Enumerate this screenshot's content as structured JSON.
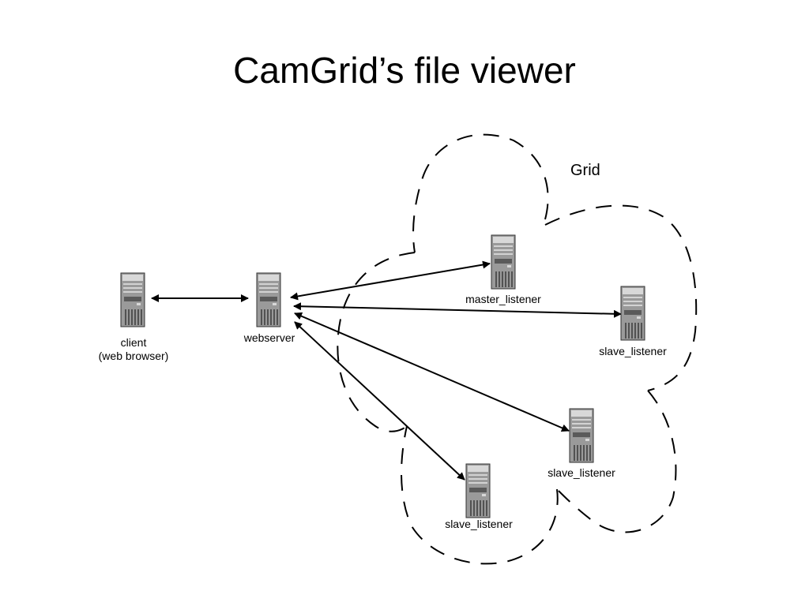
{
  "title": "CamGrid’s file viewer",
  "grid_label": "Grid",
  "nodes": [
    {
      "id": "client",
      "lines": [
        "client",
        "(web browser)"
      ],
      "icon": "server-tower-icon"
    },
    {
      "id": "webserver",
      "lines": [
        "webserver"
      ],
      "icon": "server-tower-icon"
    },
    {
      "id": "master_listener",
      "lines": [
        "master_listener"
      ],
      "icon": "server-tower-icon"
    },
    {
      "id": "slave_listener_1",
      "lines": [
        "slave_listener"
      ],
      "icon": "server-tower-icon"
    },
    {
      "id": "slave_listener_2",
      "lines": [
        "slave_listener"
      ],
      "icon": "server-tower-icon"
    },
    {
      "id": "slave_listener_3",
      "lines": [
        "slave_listener"
      ],
      "icon": "server-tower-icon"
    }
  ],
  "edges": [
    {
      "from": "client",
      "to": "webserver",
      "direction": "both"
    },
    {
      "from": "webserver",
      "to": "master_listener",
      "direction": "both"
    },
    {
      "from": "webserver",
      "to": "slave_listener_1",
      "direction": "both"
    },
    {
      "from": "webserver",
      "to": "slave_listener_2",
      "direction": "both"
    },
    {
      "from": "webserver",
      "to": "slave_listener_3",
      "direction": "both"
    }
  ],
  "colors": {
    "line": "#000000",
    "server_body": "#9a9a9a",
    "server_dark": "#5a5a5a",
    "server_light": "#d8d8d8"
  }
}
